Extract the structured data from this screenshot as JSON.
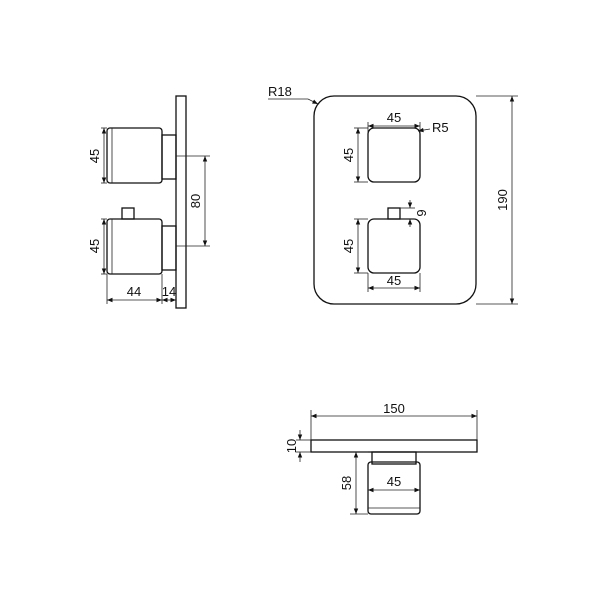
{
  "drawing": {
    "side_view": {
      "knob_top_height": "45",
      "knob_spacing": "80",
      "knob_bottom_height": "45",
      "knob_depth": "44",
      "plate_thickness": "14"
    },
    "front_view": {
      "corner_radius": "R18",
      "top_knob_width": "45",
      "top_knob_height": "45",
      "knob_corner_radius": "R5",
      "bottom_knob_height": "45",
      "bottom_knob_width": "45",
      "lever_height": "9",
      "plate_height": "190"
    },
    "top_view": {
      "plate_width": "150",
      "plate_thickness": "10",
      "knob_depth": "58",
      "knob_width": "45"
    }
  }
}
